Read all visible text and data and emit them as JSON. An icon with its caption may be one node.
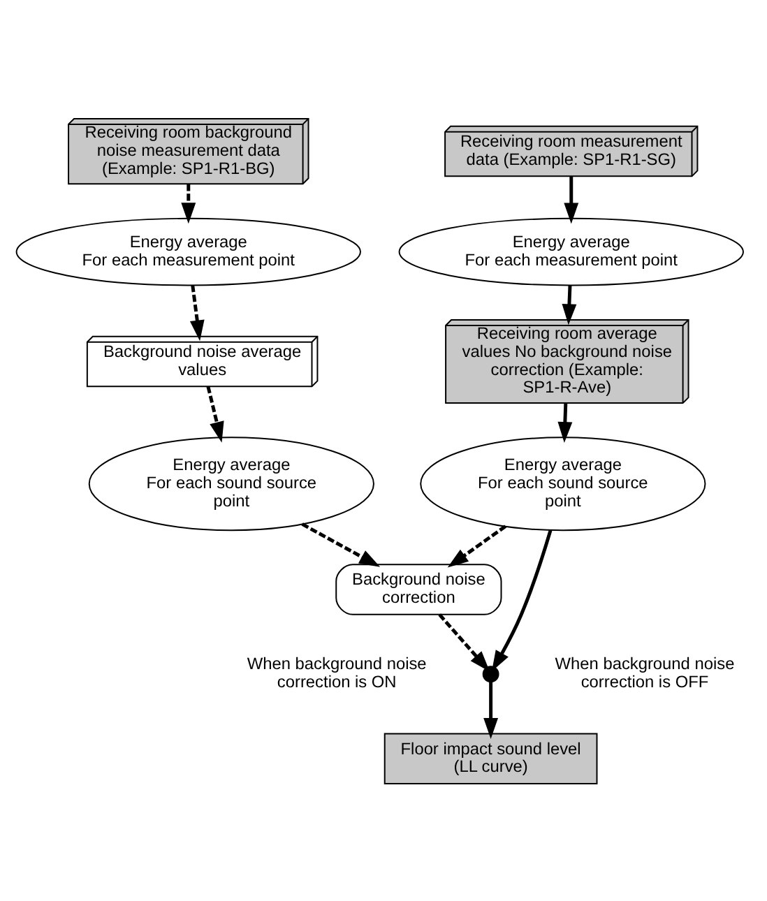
{
  "diagram": {
    "nodes": [
      {
        "text": [
          "Receiving room background noise measurement data (Example: SP1-R1-BG)"
        ]
      },
      {
        "text": [
          "Receiving room measurement data (Example: SP1-R1-SG)"
        ]
      },
      {
        "text": [
          "Energy average",
          "For each measurement point"
        ]
      },
      {
        "text": [
          "Energy average",
          "For each measurement point"
        ]
      },
      {
        "text": [
          "Background noise average values"
        ]
      },
      {
        "text": [
          "Receiving room average values No background noise correction (Example: SP1-R-Ave)"
        ]
      },
      {
        "text": [
          "Energy average",
          "For each sound source point"
        ]
      },
      {
        "text": [
          "Energy average",
          "For each sound source point"
        ]
      },
      {
        "text": [
          "Background noise correction"
        ]
      },
      {
        "text": [],
        "shape": "circle"
      },
      {
        "text": [
          "Floor impact sound level (LL curve)"
        ]
      }
    ],
    "edges": [
      {
        "from": 0,
        "to": 2,
        "arrow": "to",
        "style": "dashed"
      },
      {
        "from": 1,
        "to": 3,
        "arrow": "to"
      },
      {
        "from": 2,
        "to": 4,
        "arrow": "to",
        "style": "dashed"
      },
      {
        "from": 3,
        "to": 5,
        "arrow": "to"
      },
      {
        "from": 4,
        "to": 6,
        "arrow": "to",
        "style": "dashed"
      },
      {
        "from": 5,
        "to": 7,
        "arrow": "to"
      },
      {
        "from": 6,
        "to": 8,
        "arrow": "to",
        "style": "dashed"
      },
      {
        "from": 7,
        "to": 8,
        "arrow": "to",
        "style": "dashed"
      },
      {
        "from": 7,
        "to": 9,
        "arrow": "to"
      },
      {
        "from": 8,
        "to": 9,
        "arrow": "to",
        "style": "dashed"
      },
      {
        "from": 9,
        "to": 10,
        "arrow": "to"
      }
    ],
    "labels": [
      "When background noise correction is ON",
      "When background noise correction is OFF"
    ]
  }
}
